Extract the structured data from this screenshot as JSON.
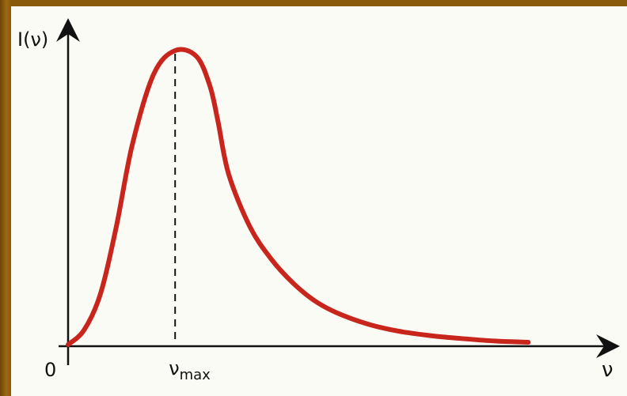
{
  "chart_data": {
    "type": "line",
    "title": "",
    "ylabel": "I(ν)",
    "xlabel": "ν",
    "origin_label": "0",
    "peak_label": "νmax",
    "peak_label_main": "ν",
    "peak_label_sub": "max",
    "grid": false,
    "legend": "none",
    "xlim": [
      0,
      1
    ],
    "ylim": [
      0,
      1
    ],
    "series": [
      {
        "values_description_omitted": false,
        "x": [
          0.0,
          0.03,
          0.06,
          0.09,
          0.12,
          0.16,
          0.2,
          0.24,
          0.265,
          0.28,
          0.3,
          0.34,
          0.38,
          0.42,
          0.46,
          0.5,
          0.56,
          0.62,
          0.68,
          0.74,
          0.8,
          0.86
        ],
        "y": [
          0.0,
          0.05,
          0.17,
          0.4,
          0.68,
          0.92,
          1.0,
          0.98,
          0.88,
          0.76,
          0.58,
          0.4,
          0.29,
          0.21,
          0.15,
          0.11,
          0.07,
          0.045,
          0.03,
          0.02,
          0.012,
          0.008
        ]
      }
    ],
    "colors": {
      "curve": "#c8251c",
      "axes": "#111111",
      "paper": "#fbfbf6",
      "frame": "#8a5a0c"
    }
  }
}
